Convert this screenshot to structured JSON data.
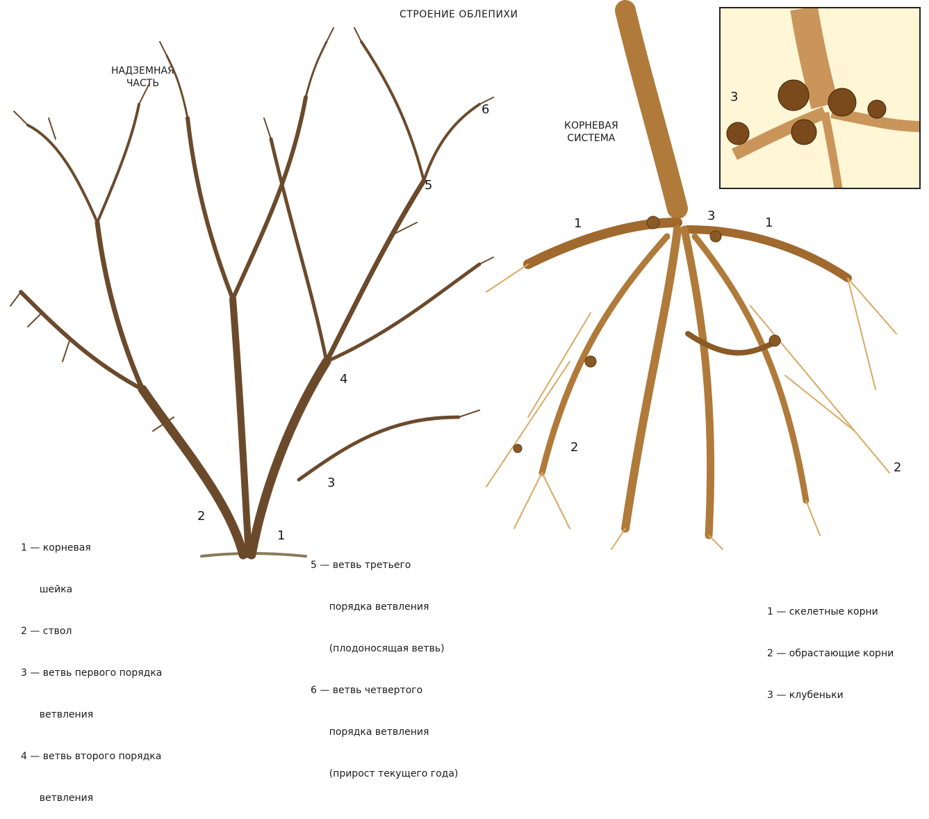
{
  "title": "СТРОЕНИЕ ОБЛЕПИХИ",
  "above_ground": {
    "heading": [
      "НАДЗЕМНАЯ",
      "ЧАСТЬ"
    ],
    "markers": [
      "1",
      "2",
      "3",
      "4",
      "5",
      "6"
    ]
  },
  "root_system": {
    "heading": [
      "КОРНЕВАЯ",
      "СИСТЕМА"
    ],
    "markers": [
      "1",
      "1",
      "2",
      "2",
      "3"
    ],
    "inset_marker": "3"
  },
  "legend_left": [
    "1 — корневая",
    "      шейка",
    "2 — ствол",
    "3 — ветвь первого порядка",
    "      ветвления",
    "4 — ветвь второго порядка",
    "      ветвления"
  ],
  "legend_middle": [
    "5 — ветвь третьего",
    "      порядка ветвления",
    "      (плодоносящая ветвь)",
    "6 — ветвь четвертого",
    "      порядка ветвления",
    "      (прирост текущего года)"
  ],
  "legend_right": [
    "1 — скелетные корни",
    "2 — обрастающие корни",
    "3 — клубеньки"
  ],
  "colors": {
    "branch": "#6b4a2c",
    "root": "#b07a3a",
    "root_light": "#d9a862",
    "inset_bg": "#fff6d6"
  }
}
